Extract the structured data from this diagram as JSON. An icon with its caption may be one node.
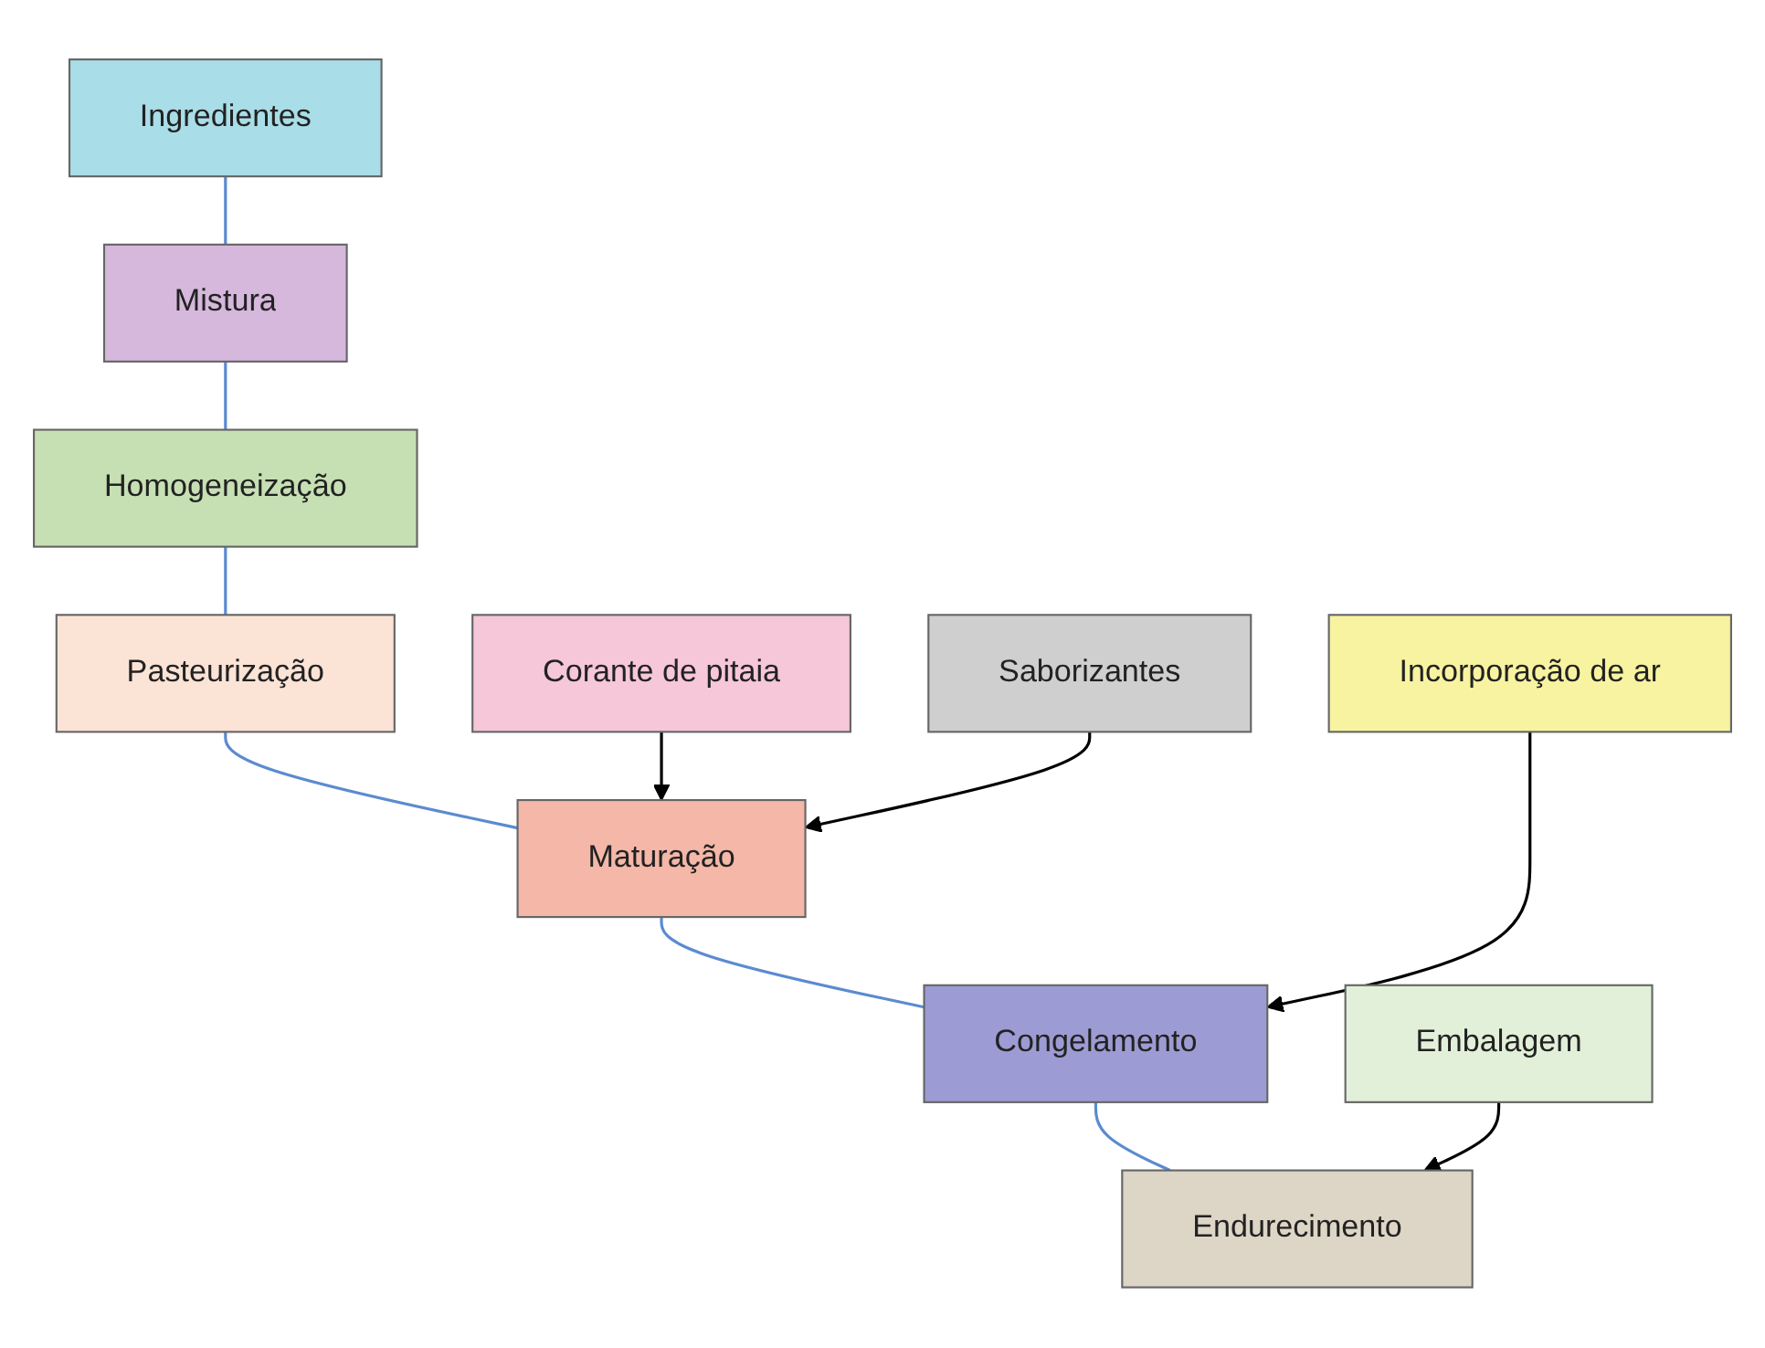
{
  "diagram": {
    "nodes": [
      {
        "text": [
          "Ingredientes"
        ]
      },
      {
        "text": [
          "Mistura"
        ]
      },
      {
        "text": [
          "Homogeneização"
        ]
      },
      {
        "text": [
          "Pasteurização"
        ]
      },
      {
        "text": [
          "Corante de pitaia"
        ]
      },
      {
        "text": [
          "Maturação"
        ]
      },
      {
        "text": [
          "Saborizantes"
        ]
      },
      {
        "text": [
          "Incorporação de ar"
        ]
      },
      {
        "text": [
          "Congelamento"
        ]
      },
      {
        "text": [
          "Endurecimento"
        ]
      },
      {
        "text": [
          "Embalagem"
        ]
      }
    ],
    "edges": [
      {
        "from": 0,
        "to": 1,
        "arrow": "none"
      },
      {
        "from": 1,
        "to": 2,
        "arrow": "none"
      },
      {
        "from": 2,
        "to": 3,
        "arrow": "none"
      },
      {
        "from": 3,
        "to": 5,
        "arrow": "none"
      },
      {
        "from": 5,
        "to": 8,
        "arrow": "none"
      },
      {
        "from": 8,
        "to": 9,
        "arrow": "none"
      },
      {
        "from": 4,
        "to": 5,
        "arrow": "to",
        "color": "#000000"
      },
      {
        "from": 6,
        "to": 5,
        "arrow": "to",
        "color": "#000000"
      },
      {
        "from": 7,
        "to": 8,
        "arrow": "to",
        "color": "#000000"
      },
      {
        "from": 10,
        "to": 9,
        "arrow": "to",
        "color": "#000000"
      }
    ]
  }
}
